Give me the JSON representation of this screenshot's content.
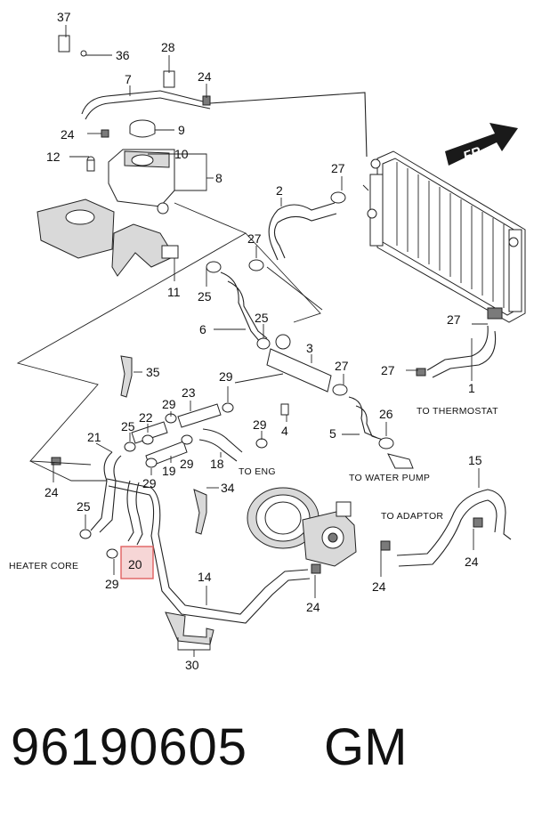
{
  "diagram": {
    "callouts": {
      "c37": "37",
      "c36": "36",
      "c28": "28",
      "c24a": "24",
      "c7": "7",
      "c24b": "24",
      "c9": "9",
      "c12": "12",
      "c10": "10",
      "c8": "8",
      "c27a": "27",
      "c2": "2",
      "c27b": "27",
      "c11": "11",
      "c25a": "25",
      "c6": "6",
      "c25b": "25",
      "c3": "3",
      "c27c": "27",
      "c27d": "27",
      "c27e": "27",
      "c1": "1",
      "c35": "35",
      "c29a": "29",
      "c23": "23",
      "c29b": "29",
      "c22": "22",
      "c25c": "25",
      "c4": "4",
      "c26": "26",
      "c5": "5",
      "c21": "21",
      "c29c": "29",
      "c19": "19",
      "c18": "18",
      "c29d": "29",
      "c29e": "29",
      "c15": "15",
      "c24c": "24",
      "c34": "34",
      "c25d": "25",
      "c24d": "24",
      "c24e": "24",
      "c20": "20",
      "c29f": "29",
      "c14": "14",
      "c24f": "24",
      "c30": "30"
    },
    "notes": {
      "to_thermostat": "TO THERMOSTAT",
      "to_eng": "TO ENG",
      "to_water_pump": "TO WATER PUMP",
      "to_adaptor": "TO ADAPTOR",
      "heater_core": "HEATER CORE"
    },
    "direction_arrow": "FR",
    "highlighted_callout": "20",
    "highlight_color": "#e06060"
  },
  "footer": {
    "part_number": "96190605",
    "brand": "GM"
  }
}
